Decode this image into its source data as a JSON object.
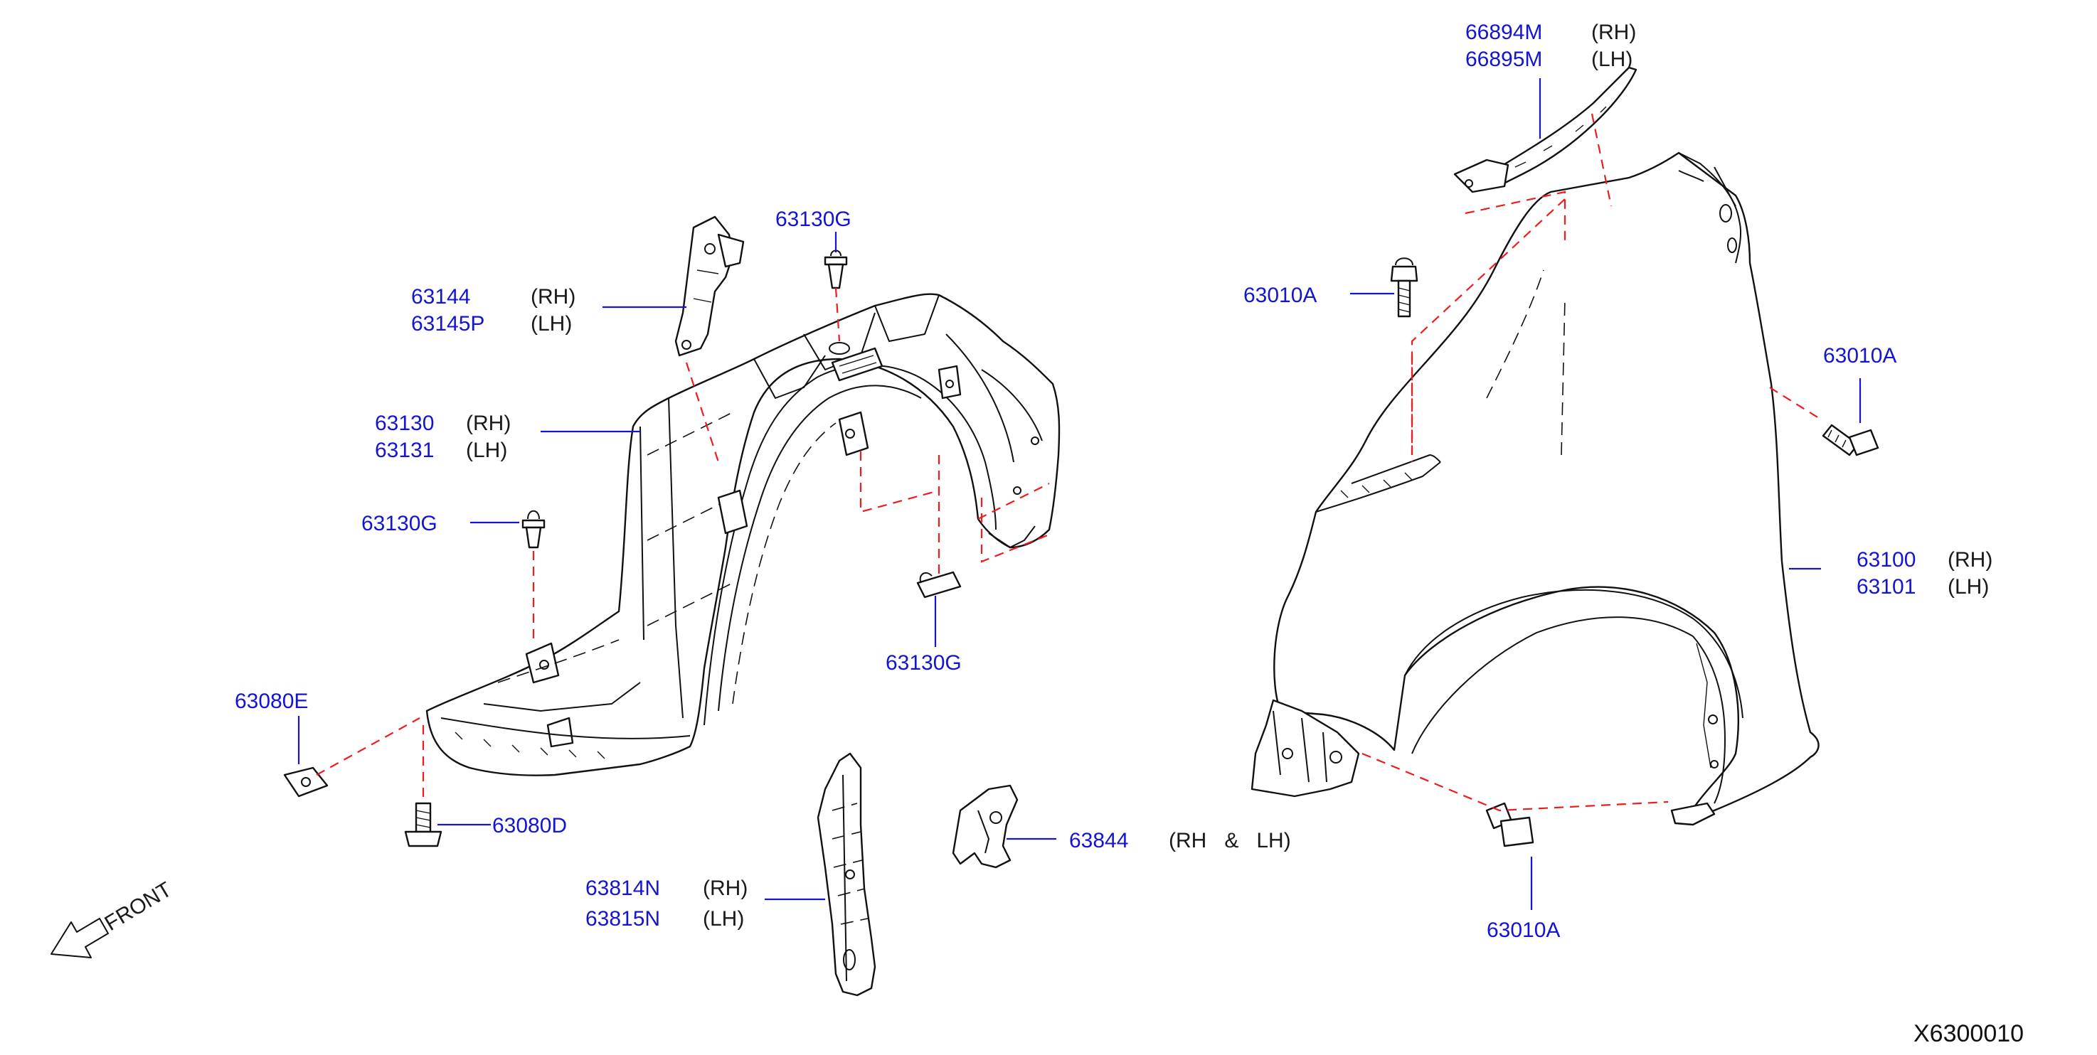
{
  "diagram": {
    "reference_code": "X6300010",
    "front_label": "FRONT",
    "callouts": [
      {
        "id": "c-66894M",
        "part_number": "66894M",
        "side": "(RH)"
      },
      {
        "id": "c-66895M",
        "part_number": "66895M",
        "side": "(LH)"
      },
      {
        "id": "c-63130G-top",
        "part_number": "63130G",
        "side": ""
      },
      {
        "id": "c-63144",
        "part_number": "63144",
        "side": "(RH)"
      },
      {
        "id": "c-63145P",
        "part_number": "63145P",
        "side": "(LH)"
      },
      {
        "id": "c-63010A-upper",
        "part_number": "63010A",
        "side": ""
      },
      {
        "id": "c-63010A-right",
        "part_number": "63010A",
        "side": ""
      },
      {
        "id": "c-63130",
        "part_number": "63130",
        "side": "(RH)"
      },
      {
        "id": "c-63131",
        "part_number": "63131",
        "side": "(LH)"
      },
      {
        "id": "c-63130G-left",
        "part_number": "63130G",
        "side": ""
      },
      {
        "id": "c-63100",
        "part_number": "63100",
        "side": "(RH)"
      },
      {
        "id": "c-63101",
        "part_number": "63101",
        "side": "(LH)"
      },
      {
        "id": "c-63130G-lower",
        "part_number": "63130G",
        "side": ""
      },
      {
        "id": "c-63080E",
        "part_number": "63080E",
        "side": ""
      },
      {
        "id": "c-63080D",
        "part_number": "63080D",
        "side": ""
      },
      {
        "id": "c-63844",
        "part_number": "63844",
        "side": "(RH   &   LH)"
      },
      {
        "id": "c-63814N",
        "part_number": "63814N",
        "side": "(RH)"
      },
      {
        "id": "c-63815N",
        "part_number": "63815N",
        "side": "(LH)"
      },
      {
        "id": "c-63010A-bottom",
        "part_number": "63010A",
        "side": ""
      }
    ]
  }
}
